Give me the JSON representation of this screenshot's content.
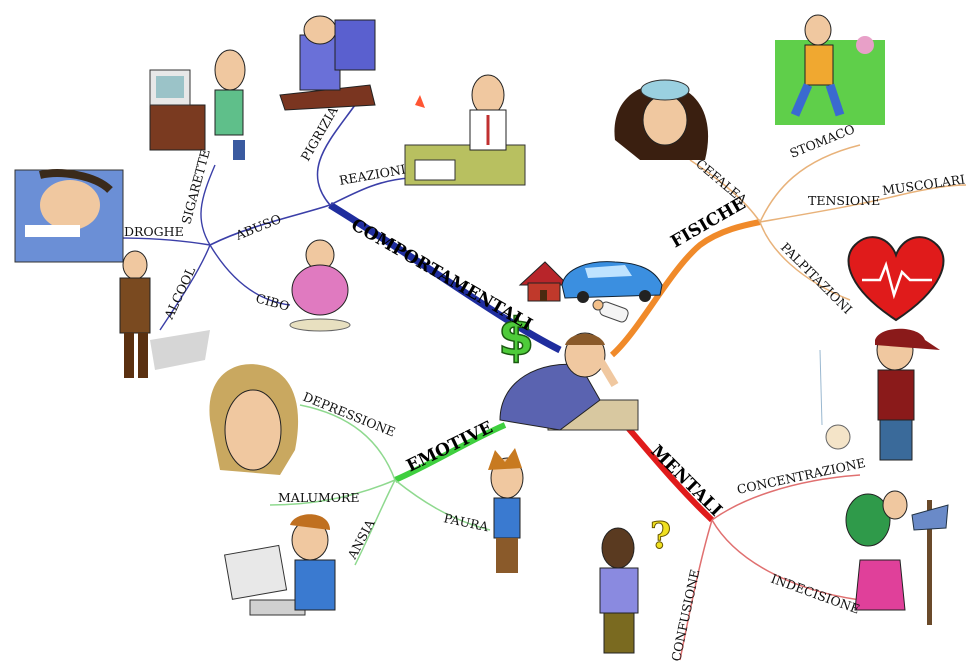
{
  "center": {
    "symbol": "$"
  },
  "branches": {
    "comportamentali": {
      "label": "COMPORTAMENTALI",
      "color": "#1f2d9e",
      "subs": {
        "abuso": "ABUSO",
        "droghe": "DROGHE",
        "sigarette": "SIGARETTE",
        "alcool": "ALCOOL",
        "pigrizia": "PIGRIZIA",
        "reazioni": "REAZIONI",
        "cibo": "CIBO"
      }
    },
    "fisiche": {
      "label": "FISICHE",
      "color": "#f08a2a",
      "subs": {
        "cefalea": "CEFALEA",
        "stomaco": "STOMACO",
        "tensione": "TENSIONE",
        "muscolari": "MUSCOLARI",
        "palpitazioni": "PALPITAZIONI"
      }
    },
    "emotive": {
      "label": "EMOTIVE",
      "color": "#3fcf3f",
      "subs": {
        "depressione": "DEPRESSIONE",
        "malumore": "MALUMORE",
        "ansia": "ANSIA",
        "paura": "PAURA"
      }
    },
    "mentali": {
      "label": "MENTALI",
      "color": "#e01b1b",
      "subs": {
        "concentrazione": "CONCENTRAZIONE",
        "indecisione": "INDECISIONE",
        "confusione": "CONFUSIONE"
      }
    }
  },
  "icons": [
    "house-icon",
    "car-icon",
    "baby-bottle-icon",
    "dollar-icon",
    "heart-icon",
    "question-mark-icon"
  ]
}
